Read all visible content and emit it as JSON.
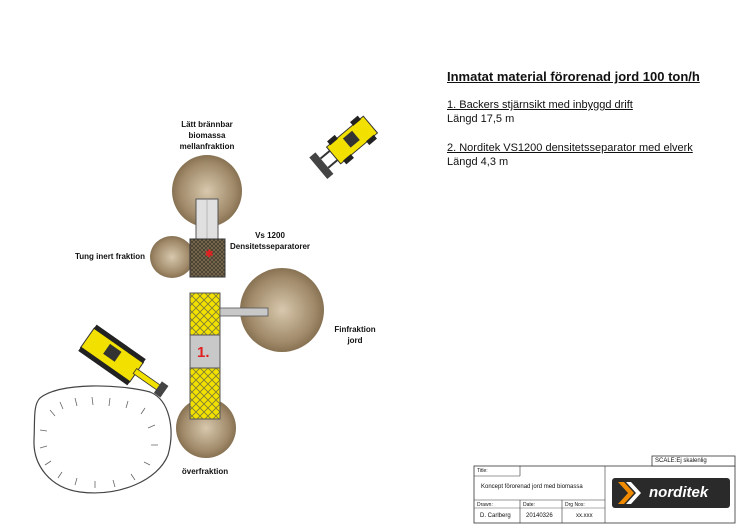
{
  "heading": "Inmatat material förorenad jord 100 ton/h",
  "items": [
    {
      "title": "1. Backers stjärnsikt med inbyggd drift",
      "detail": "Längd 17,5 m"
    },
    {
      "title": "2. Norditek VS1200 densitetsseparator med elverk",
      "detail": "Längd 4,3 m"
    }
  ],
  "labels": {
    "light": "Lätt brännbar\nbiomassa\nmellanfraktion",
    "separator": "Vs 1200\nDensitetsseparatorer",
    "heavy": "Tung inert fraktion",
    "fine": "Finfraktion\njord",
    "over": "överfraktion",
    "screen_number": "1."
  },
  "title_block": {
    "scale": "SCALE:Ej skalenlig",
    "title_label": "Title:",
    "title": "Koncept förorenad jord med biomassa",
    "drawn_label": "Drawn:",
    "drawn": "D. Carlberg",
    "date_label": "Date:",
    "date": "20140326",
    "drg_label": "Drg Nos:",
    "drg": "xx.xxx",
    "logo": "norditek"
  },
  "colors": {
    "pile": "#8f7a5e",
    "machine_yellow": "#f2e000",
    "belt_grey": "#c8c8c8",
    "number_red": "#e02020"
  }
}
